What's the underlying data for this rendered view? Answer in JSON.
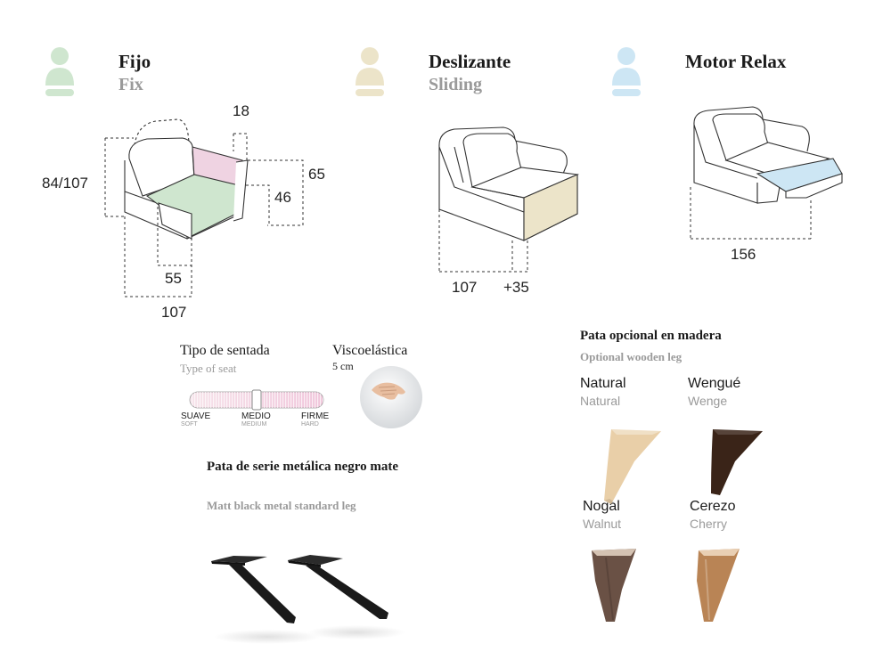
{
  "colors": {
    "fix": "#cfe6cf",
    "sliding": "#ece4c9",
    "relax": "#cde6f4",
    "pink": "#efd3e2",
    "line": "#333333",
    "muted": "#9a9a9a"
  },
  "sections": {
    "fix": {
      "title": "Fijo",
      "subtitle": "Fix",
      "icon": "person-icon",
      "dims": {
        "armrest_width": "18",
        "height": "84/107",
        "back_height": "65",
        "seat_height": "46",
        "seat_depth": "55",
        "depth": "107"
      }
    },
    "sliding": {
      "title": "Deslizante",
      "subtitle": "Sliding",
      "icon": "person-icon",
      "dims": {
        "depth": "107",
        "extension": "+35"
      }
    },
    "relax": {
      "title": "Motor Relax",
      "icon": "person-icon",
      "dims": {
        "depth": "156"
      }
    }
  },
  "seat": {
    "label": "Tipo de sentada",
    "sublabel": "Type of seat",
    "scale": [
      {
        "label": "SUAVE",
        "sub": "SOFT"
      },
      {
        "label": "MEDIO",
        "sub": "MEDIUM"
      },
      {
        "label": "FIRME",
        "sub": "HARD"
      }
    ],
    "level": 0.5
  },
  "foam": {
    "label": "Viscoelástica",
    "thickness": "5 cm"
  },
  "metal_leg": {
    "label": "Pata de serie metálica negro mate",
    "sublabel": "Matt black metal standard leg"
  },
  "wood_leg": {
    "label": "Pata opcional en madera",
    "sublabel": "Optional wooden leg",
    "options": [
      {
        "name": "Natural",
        "sub": "Natural",
        "color": "#e9cfa8"
      },
      {
        "name": "Wengué",
        "sub": "Wenge",
        "color": "#3a2418"
      },
      {
        "name": "Nogal",
        "sub": "Walnut",
        "color": "#6a5145"
      },
      {
        "name": "Cerezo",
        "sub": "Cherry",
        "color": "#b98455"
      }
    ]
  }
}
